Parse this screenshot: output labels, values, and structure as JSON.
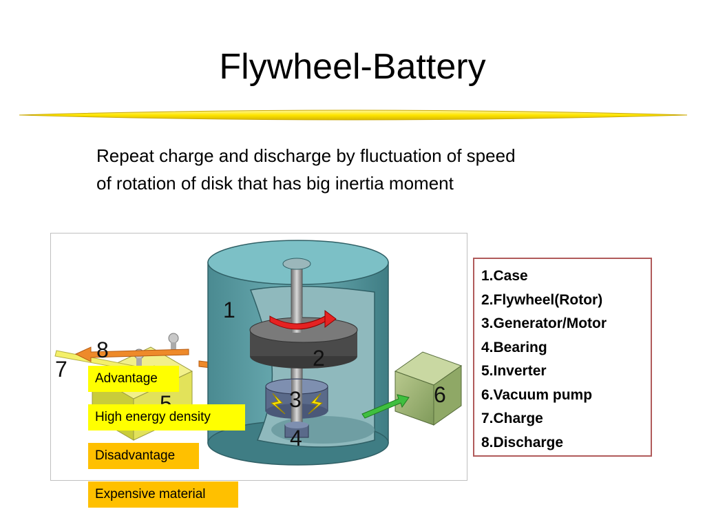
{
  "slide": {
    "title": "Flywheel-Battery",
    "subtitle_line1": "Repeat charge and discharge by fluctuation of speed",
    "subtitle_line2": "of rotation of disk that has big inertia moment"
  },
  "figure": {
    "labels": [
      "1",
      "2",
      "3",
      "4",
      "5",
      "6",
      "7",
      "8"
    ]
  },
  "tags": {
    "advantage": "Advantage",
    "advantage_value": "High energy density",
    "disadvantage": "Disadvantage",
    "disadvantage_value": "Expensive material"
  },
  "legend": {
    "items": [
      "1.Case",
      "2.Flywheel(Rotor)",
      "3.Generator/Motor",
      "4.Bearing",
      "5.Inverter",
      "6.Vacuum pump",
      "7.Charge",
      "8.Discharge"
    ]
  },
  "colors": {
    "highlight_yellow": "#ffff00",
    "highlight_orange": "#ffc000",
    "legend_border": "#b05a5a",
    "case_teal": "#5b9aa0"
  }
}
